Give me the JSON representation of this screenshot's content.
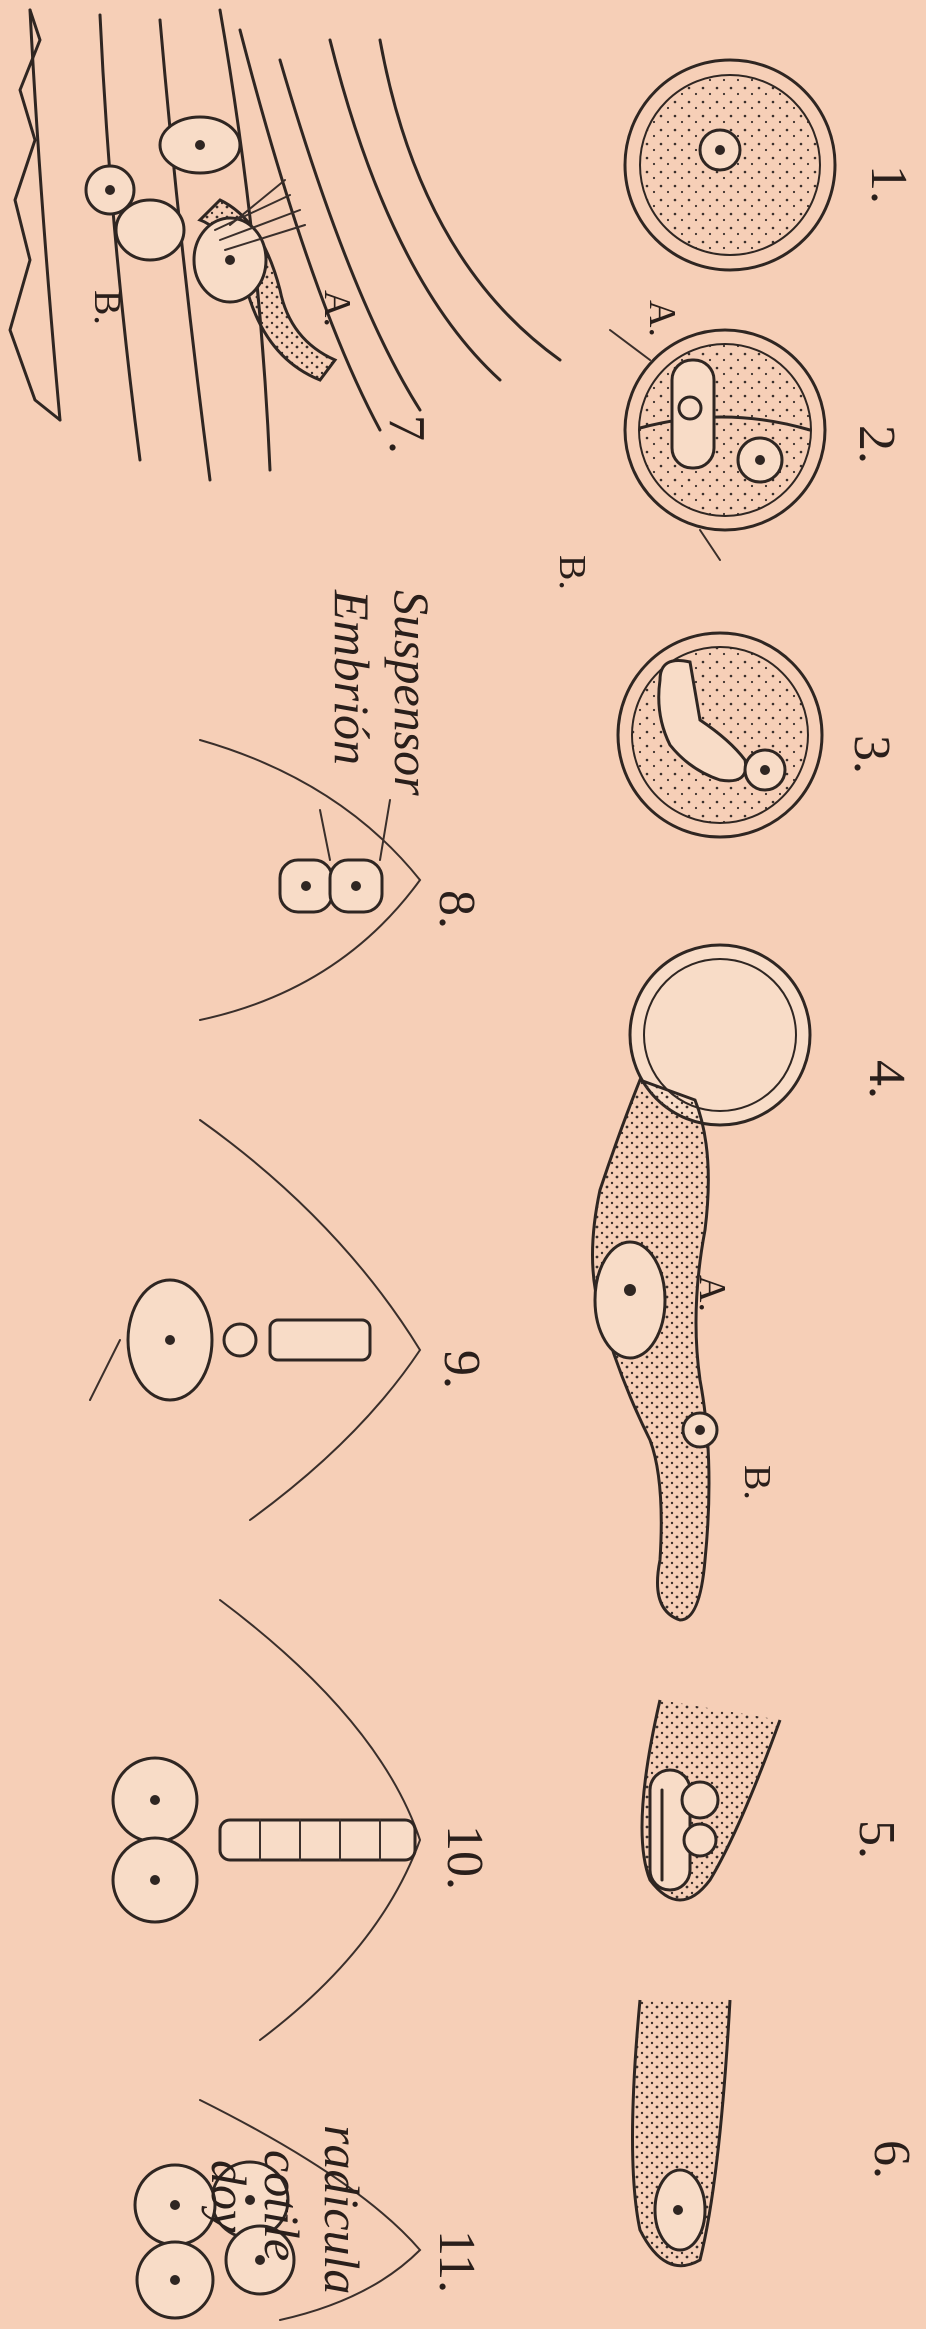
{
  "figure": {
    "numbers": [
      "1.",
      "2.",
      "3.",
      "4.",
      "5.",
      "6.",
      "7.",
      "8.",
      "9.",
      "10.",
      "11."
    ],
    "letters": {
      "A": "A.",
      "B": "B."
    },
    "terms": {
      "suspensor": "Suspensor",
      "embrion": "Embrión",
      "radicula": "radicula",
      "cotile": "cotile",
      "doy": "doy"
    },
    "colors": {
      "paper": "#f6cfb7",
      "ink": "#2f2622"
    }
  }
}
